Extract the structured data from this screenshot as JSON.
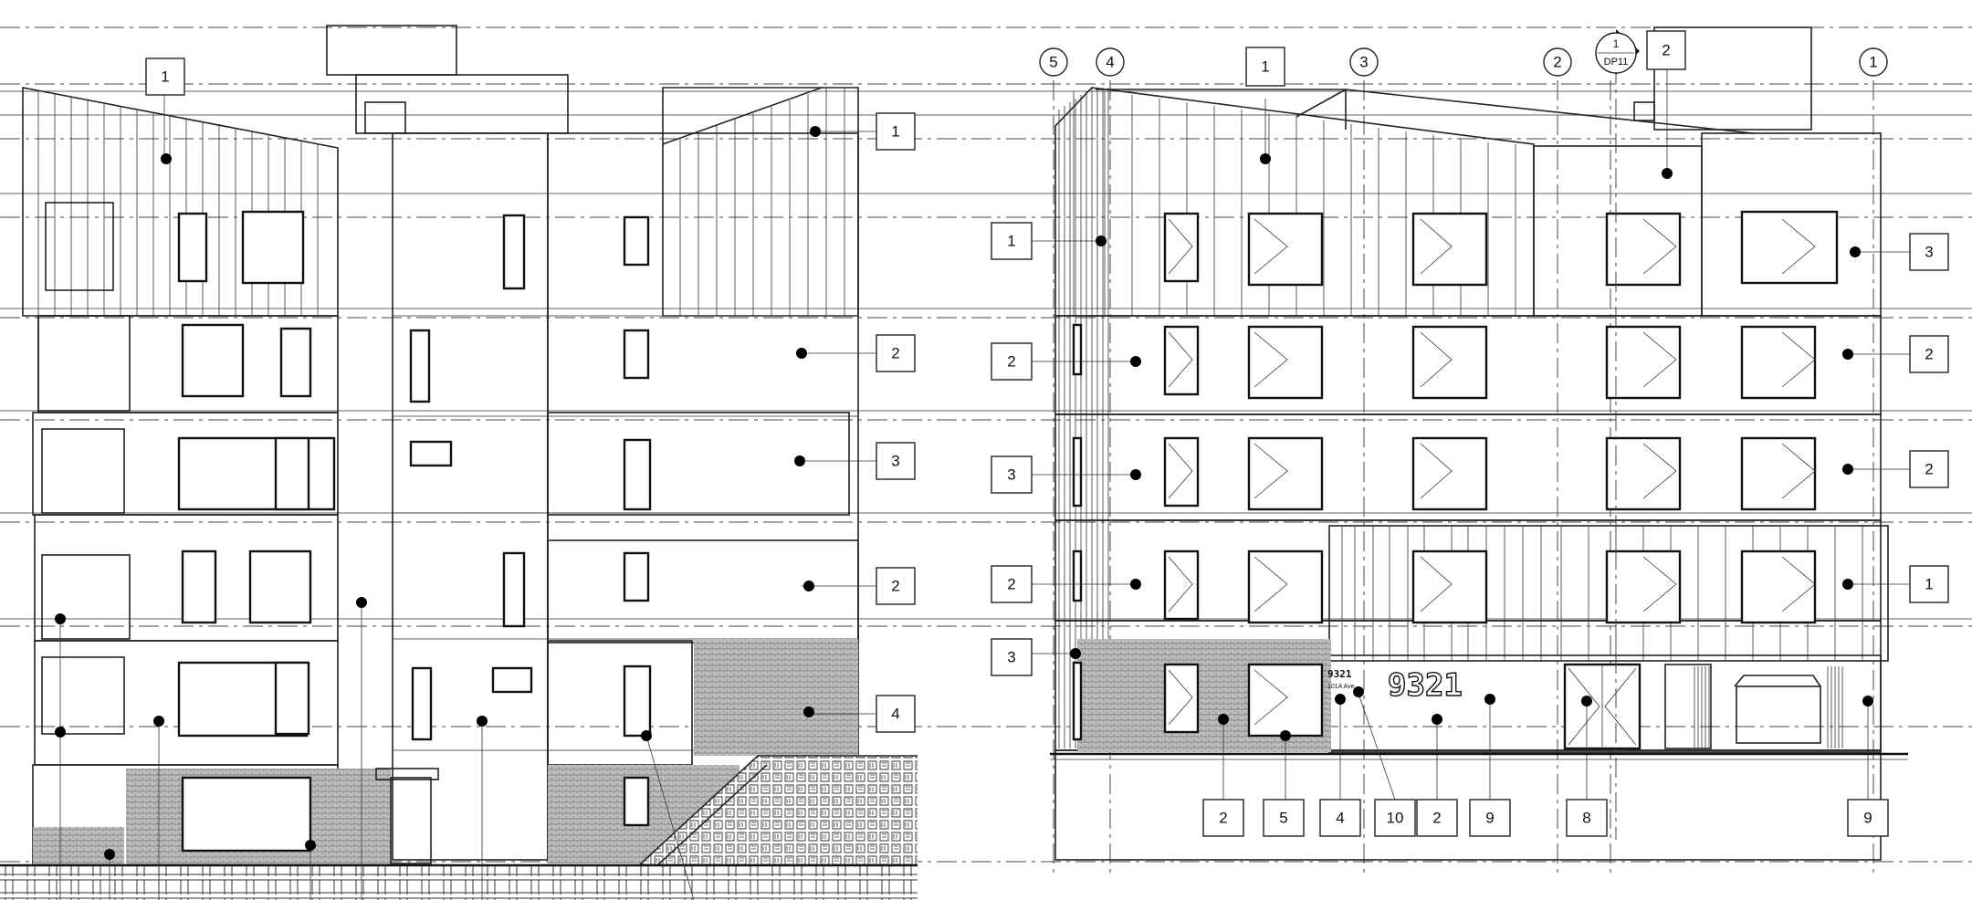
{
  "left_elevation": {
    "tags": [
      {
        "id": "l-roof-1",
        "text": "1"
      },
      {
        "id": "l-r1",
        "text": "1"
      },
      {
        "id": "l-r2",
        "text": "2"
      },
      {
        "id": "l-r3",
        "text": "3"
      },
      {
        "id": "l-r4",
        "text": "2"
      },
      {
        "id": "l-r5",
        "text": "4"
      }
    ]
  },
  "right_elevation": {
    "grid_bubbles": [
      "5",
      "4",
      "3",
      "2",
      "1"
    ],
    "section_marker": {
      "number": "1",
      "sheet": "DP11"
    },
    "top_tags": [
      "1",
      "2"
    ],
    "left_tags": [
      "1",
      "2",
      "3",
      "2",
      "3"
    ],
    "right_tags": [
      "3",
      "2",
      "2",
      "1"
    ],
    "bottom_tags": [
      "2",
      "5",
      "4",
      "10",
      "2",
      "9",
      "8",
      "9"
    ],
    "address_large": "9321",
    "address_small": "9321",
    "address_unit": "101A Ave"
  },
  "colors": {
    "line": "#222222",
    "brick": "#9a9a9a",
    "background": "#ffffff"
  }
}
